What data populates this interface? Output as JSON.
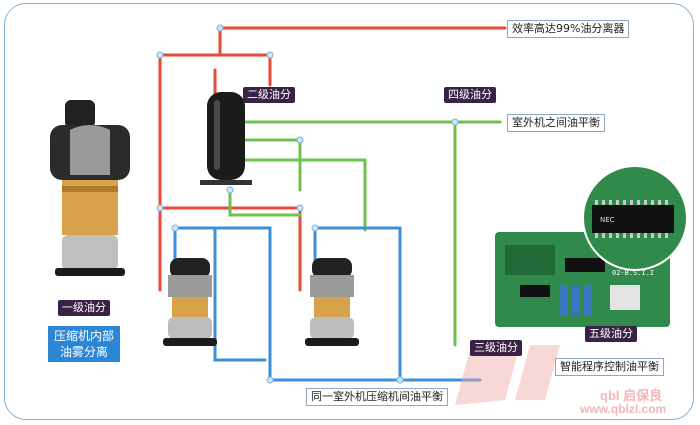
{
  "labels": {
    "efficiency": "效率高达99%油分离器",
    "level2": "二级油分",
    "level4": "四级油分",
    "outdoor_balance": "室外机之间油平衡",
    "level1": "一级油分",
    "compressor_internal_l1": "压缩机内部",
    "compressor_internal_l2": "油雾分离",
    "level3": "三级油分",
    "level5": "五级油分",
    "same_unit_balance": "同一室外机压缩机间油平衡",
    "smart_control": "智能程序控制油平衡"
  },
  "board_text": {
    "chip": "NEC",
    "pcb_code": "02-B.S.I.I"
  },
  "watermark": {
    "brand": "qbl 启保良",
    "url": "www.qblzl.com"
  },
  "colors": {
    "red_pipe": "#e84a3a",
    "green_pipe": "#6cc24a",
    "blue_pipe": "#3f8fd8",
    "tag_dark": "#3a2247",
    "tag_blue": "#2b86d6"
  }
}
